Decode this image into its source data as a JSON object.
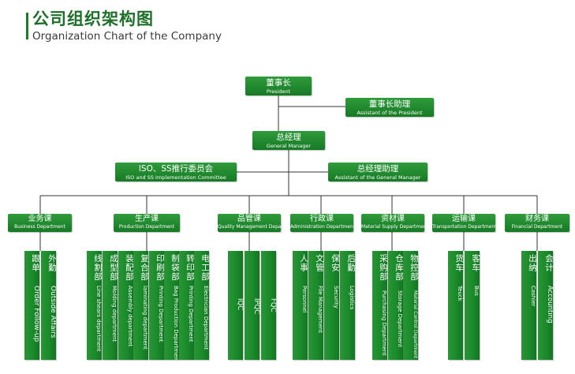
{
  "header": {
    "title_zh": "公司组织架构图",
    "title_en": "Organization Chart of the Company"
  },
  "colors": {
    "accent": "#1a7c2a",
    "line": "#333333"
  },
  "president": {
    "zh": "董事长",
    "en": "President"
  },
  "assistant_president": {
    "zh": "董事长助理",
    "en": "Assistant of the President"
  },
  "general_manager": {
    "zh": "总经理",
    "en": "General Manager"
  },
  "iso_committee": {
    "zh": "ISO、SS推行委员会",
    "en": "ISO and SS Implementation Committee"
  },
  "assistant_gm": {
    "zh": "总经理助理",
    "en": "Assistant of the General Manager"
  },
  "departments": [
    {
      "zh": "业务课",
      "en": "Business Department",
      "subs": [
        {
          "zh": "跟单",
          "en": "Order Follow-up"
        },
        {
          "zh": "外勤",
          "en": "Outside Affairs"
        }
      ]
    },
    {
      "zh": "生产课",
      "en": "Production Department",
      "subs": [
        {
          "zh": "线割部",
          "en": "Line shears department"
        },
        {
          "zh": "成型部",
          "en": "Molding department"
        },
        {
          "zh": "装配部",
          "en": "Assembly department"
        },
        {
          "zh": "复合部",
          "en": "laminating department"
        },
        {
          "zh": "印刷部",
          "en": "Printing Department"
        },
        {
          "zh": "制袋部",
          "en": "Bag Production Department"
        },
        {
          "zh": "转印部",
          "en": "Printing Department"
        },
        {
          "zh": "电工部",
          "en": "Electrician Department"
        }
      ]
    },
    {
      "zh": "品管课",
      "en": "Quality Management Department",
      "subs": [
        {
          "zh": "",
          "en": "IQC"
        },
        {
          "zh": "",
          "en": "IPQC"
        },
        {
          "zh": "",
          "en": "FQC"
        }
      ]
    },
    {
      "zh": "行政课",
      "en": "Administration Department",
      "subs": [
        {
          "zh": "人事",
          "en": "Personnel"
        },
        {
          "zh": "文管",
          "en": "File Management"
        },
        {
          "zh": "保安",
          "en": "Security"
        },
        {
          "zh": "后勤",
          "en": "Logistics"
        }
      ]
    },
    {
      "zh": "资材课",
      "en": "Material Supply Department",
      "subs": [
        {
          "zh": "采购部",
          "en": "Purchasing Department"
        },
        {
          "zh": "仓库部",
          "en": "Storage Department"
        },
        {
          "zh": "物控部",
          "en": "Material Control Department"
        }
      ]
    },
    {
      "zh": "运输课",
      "en": "Transportation Department",
      "subs": [
        {
          "zh": "货车",
          "en": "Teuck"
        },
        {
          "zh": "客车",
          "en": "Bus"
        }
      ]
    },
    {
      "zh": "财务课",
      "en": "Financial Department",
      "subs": [
        {
          "zh": "出纳",
          "en": "Cashier"
        },
        {
          "zh": "会计",
          "en": "Accounting"
        }
      ]
    }
  ]
}
